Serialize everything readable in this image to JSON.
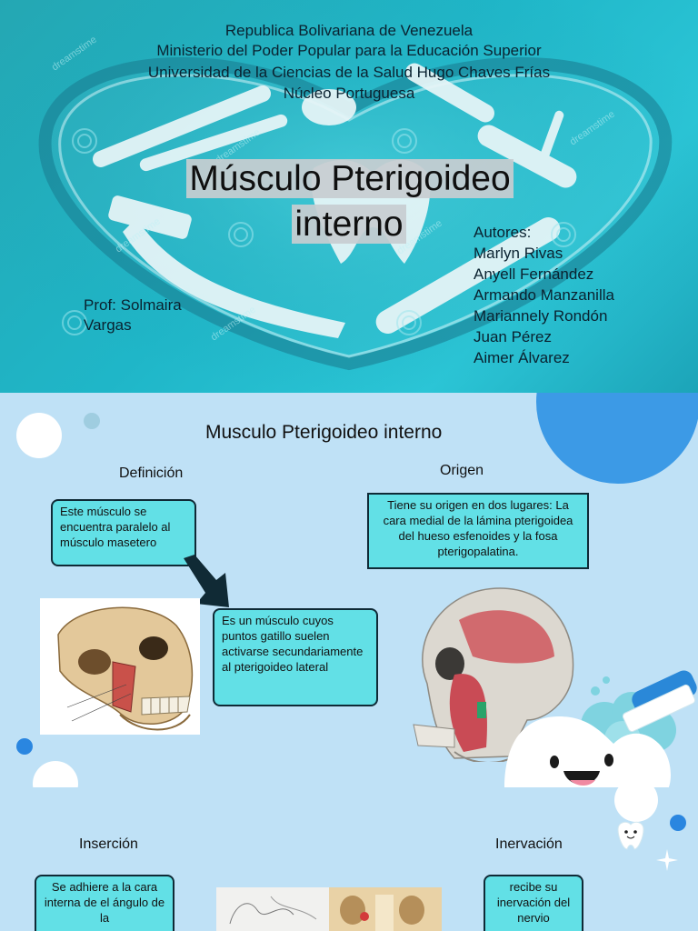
{
  "slide1": {
    "header_lines": [
      "Republica Bolivariana de Venezuela",
      "Ministerio del Poder Popular para la Educación Superior",
      "Universidad de la Ciencias de la Salud Hugo Chaves Frías",
      "Núcleo Portuguesa"
    ],
    "title_line1": "Músculo Pterigoideo",
    "title_line2": "interno",
    "authors_label": "Autores:",
    "authors": [
      "Marlyn Rivas",
      "Anyell Fernández",
      "Armando Manzanilla",
      "Mariannely Rondón",
      "Juan Pérez",
      "Aimer Álvarez"
    ],
    "prof_line1": "Prof: Solmaira",
    "prof_line2": "Vargas",
    "watermark": "dreamstime"
  },
  "slide2": {
    "title": "Musculo Pterigoideo interno",
    "definicion_heading": "Definición",
    "definicion_text": "Este músculo se encuentra paralelo al músculo masetero",
    "gatillo_text": "Es un músculo cuyos puntos gatillo suelen activarse secundariamente al pterigoideo lateral",
    "origen_heading": "Origen",
    "origen_text": "Tiene su origen en dos lugares: La cara medial de la lámina pterigoidea del hueso esfenoides y la fosa pterigopalatina."
  },
  "slide3": {
    "insercion_heading": "Inserción",
    "insercion_text": "Se adhiere a la cara interna de el ángulo de la",
    "inervacion_heading": "Inervación",
    "inervacion_text": "recibe su inervación del nervio"
  },
  "colors": {
    "box_fill": "#62e0e6",
    "slide_bg": "#bfe1f6",
    "teal": "#22b3c4"
  }
}
